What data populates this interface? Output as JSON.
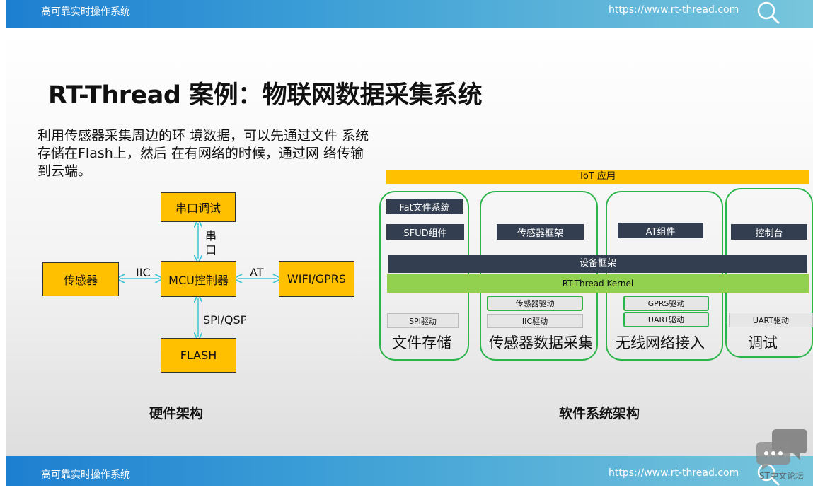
{
  "header": {
    "left_text": "高可靠实时操作系统",
    "right_text": "https://www.rt-thread.com",
    "search_icon": "search-icon"
  },
  "footer": {
    "left_text": "高可靠实时操作系统",
    "right_text": "https://www.rt-thread.com",
    "watermark": "ST中文论坛"
  },
  "slide": {
    "title": "RT-Thread 案例：物联网数据采集系统",
    "description": "利用传感器采集周边的环 境数据，可以先通过文件 系统存储在Flash上，然后 在有网络的时候，通过网 络传输到云端。"
  },
  "hardware": {
    "serial_debug": "串口调试",
    "sensor": "传感器",
    "mcu": "MCU控制器",
    "wifi": "WIFI/GPRS",
    "flash": "FLASH",
    "label_serial": "串口",
    "label_iic": "IIC",
    "label_at": "AT",
    "label_spi": "SPI/QSPI",
    "caption": "硬件架构"
  },
  "software": {
    "iot_app": "IoT 应用",
    "fat_fs": "Fat文件系统",
    "sfud": "SFUD组件",
    "sensor_framework": "传感器框架",
    "at_component": "AT组件",
    "console": "控制台",
    "device_framework": "设备框架",
    "kernel": "RT-Thread Kernel",
    "spi_driver": "SPI驱动",
    "sensor_driver": "传感器驱动",
    "iic_driver": "IIC驱动",
    "gprs_driver": "GPRS驱动",
    "uart_driver_1": "UART驱动",
    "uart_driver_2": "UART驱动",
    "group_storage": "文件存储",
    "group_sensor": "传感器数据采集",
    "group_wireless": "无线网络接入",
    "group_debug": "调试",
    "caption": "软件系统架构"
  },
  "colors": {
    "accent_yellow": "#ffc000",
    "dark_box": "#333f50",
    "green_kernel": "#92d050",
    "group_border": "#2bb54b"
  }
}
